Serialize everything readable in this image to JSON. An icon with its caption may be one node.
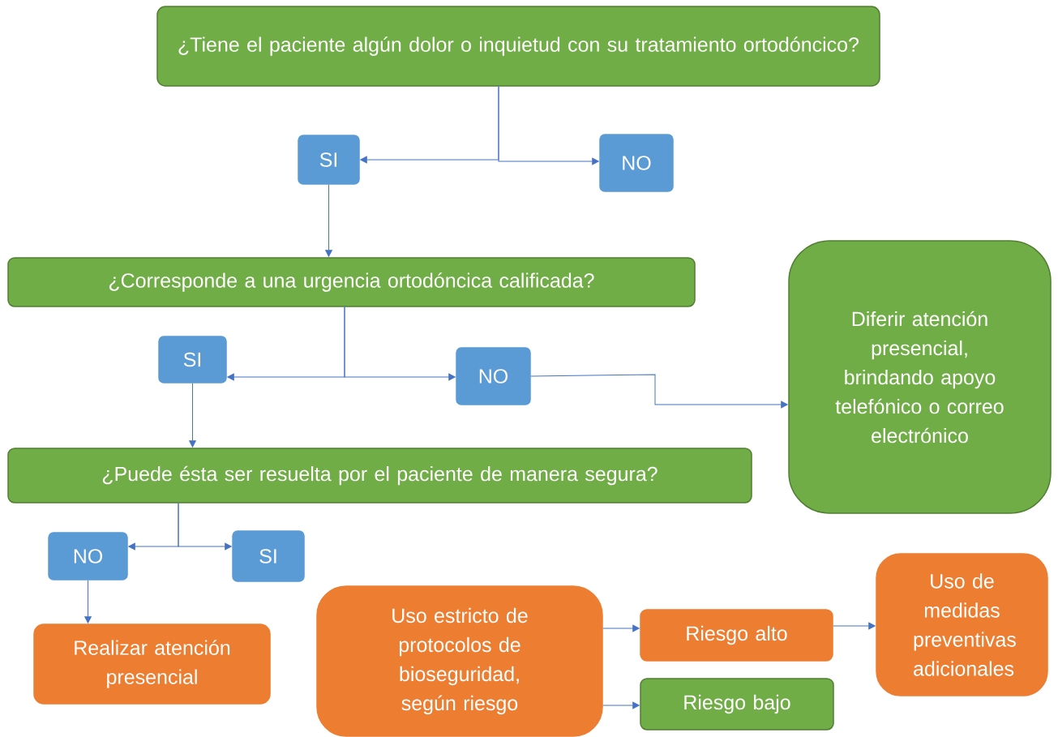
{
  "diagram": {
    "nodes": [
      {
        "text": [
          "¿Tiene el paciente algún dolor o inquietud con su tratamiento ortodóncico?"
        ]
      },
      {
        "text": [
          "SI"
        ]
      },
      {
        "text": [
          "NO"
        ]
      },
      {
        "text": [
          "¿Corresponde a una urgencia ortodóncica calificada?"
        ]
      },
      {
        "text": [
          "SI"
        ]
      },
      {
        "text": [
          "NO"
        ]
      },
      {
        "text": [
          "Diferir atención presencial, brindando apoyo telefónico o correo electrónico"
        ]
      },
      {
        "text": [
          "¿Puede ésta ser resuelta por el paciente de manera segura?"
        ]
      },
      {
        "text": [
          "NO"
        ]
      },
      {
        "text": [
          "SI"
        ]
      },
      {
        "text": [
          "Realizar atención presencial"
        ]
      },
      {
        "text": [
          "Uso estricto de protocolos de bioseguridad, según riesgo"
        ]
      },
      {
        "text": [
          "Riesgo alto"
        ]
      },
      {
        "text": [
          "Riesgo bajo"
        ]
      },
      {
        "text": [
          "Uso de medidas preventivas adicionales"
        ]
      }
    ],
    "edges": [
      {
        "from": 0,
        "to": 1,
        "arrow": "to"
      },
      {
        "from": 0,
        "to": 2,
        "arrow": "to"
      },
      {
        "from": 1,
        "to": 3,
        "arrow": "to"
      },
      {
        "from": 3,
        "to": 4,
        "arrow": "to"
      },
      {
        "from": 3,
        "to": 5,
        "arrow": "to"
      },
      {
        "from": 5,
        "to": 6,
        "arrow": "to"
      },
      {
        "from": 4,
        "to": 7,
        "arrow": "to"
      },
      {
        "from": 7,
        "to": 8,
        "arrow": "to"
      },
      {
        "from": 7,
        "to": 9,
        "arrow": "to"
      },
      {
        "from": 8,
        "to": 10,
        "arrow": "to"
      },
      {
        "from": 11,
        "to": 12,
        "arrow": "to"
      },
      {
        "from": 11,
        "to": 13,
        "arrow": "to"
      },
      {
        "from": 12,
        "to": 14,
        "arrow": "to"
      }
    ]
  }
}
